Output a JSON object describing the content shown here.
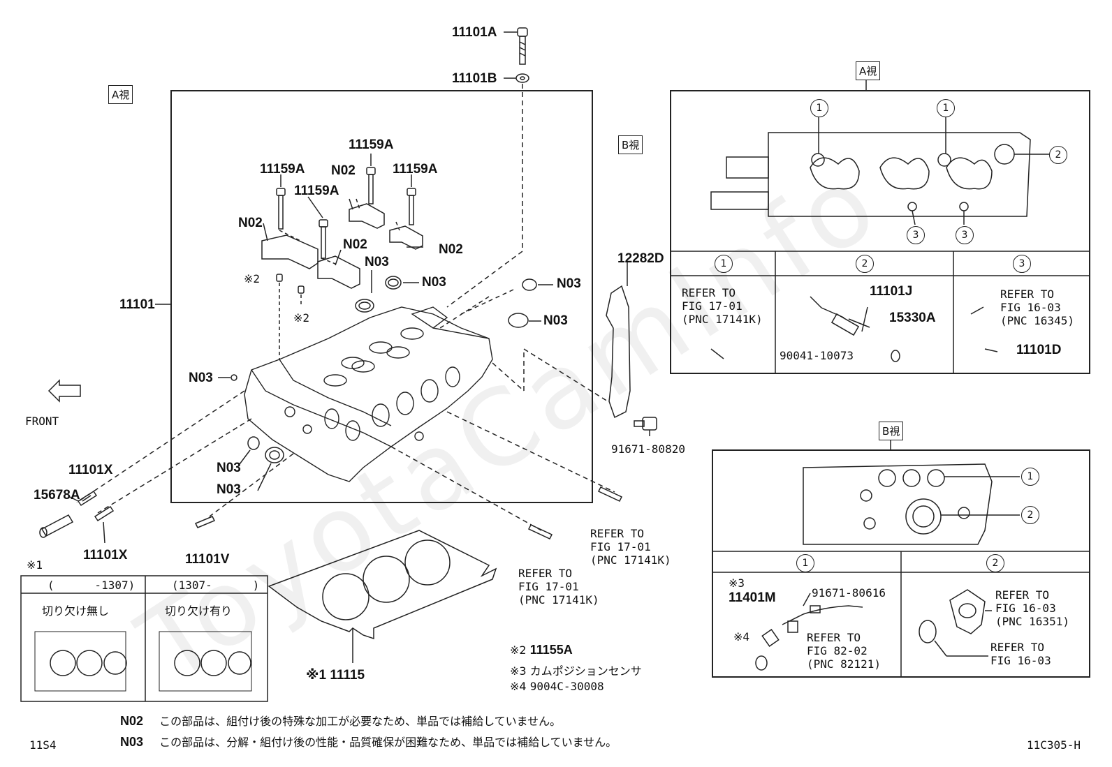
{
  "watermark": "ToyotaCamInfo",
  "view_tags": {
    "a_view": "A視",
    "b_view": "B視"
  },
  "front_label": "FRONT",
  "main_labels": {
    "p11101A": "11101A",
    "p11101B": "11101B",
    "p11159A_1": "11159A",
    "p11159A_2": "11159A",
    "p11159A_3": "11159A",
    "p11159A_4": "11159A",
    "n02_1": "N02",
    "n02_2": "N02",
    "n02_3": "N02",
    "n02_4": "N02",
    "n03_1": "N03",
    "n03_2": "N03",
    "n03_3": "N03",
    "n03_4": "N03",
    "n03_5": "N03",
    "n03_6": "N03",
    "n03_7": "N03",
    "star2a": "※2",
    "star2b": "※2",
    "p11101": "11101",
    "p12282D": "12282D",
    "p91671_80820": "91671-80820",
    "p11101X_1": "11101X",
    "p11101X_2": "11101X",
    "p15678A": "15678A",
    "p11101V": "11101V",
    "p11115": "※1 11115",
    "refer_a": [
      "REFER TO",
      "FIG 17-01",
      "(PNC 17141K)"
    ],
    "refer_b": [
      "REFER TO",
      "FIG 17-01",
      "(PNC 17141K)"
    ]
  },
  "gasket_table": {
    "marker": "※1",
    "col1_header": "(      -1307)",
    "col2_header": "(1307-      )",
    "col1_text": "切り欠け無し",
    "col2_text": "切り欠け有り"
  },
  "view_a": {
    "markers": [
      "1",
      "1",
      "2",
      "3",
      "3"
    ],
    "cells": [
      {
        "num": "1",
        "lines": [
          "REFER TO",
          "FIG 17-01",
          "(PNC 17141K)"
        ]
      },
      {
        "num": "2",
        "parts": [
          "11101J",
          "15330A",
          "90041-10073"
        ]
      },
      {
        "num": "3",
        "lines": [
          "REFER TO",
          "FIG 16-03",
          "(PNC 16345)"
        ],
        "part": "11101D"
      }
    ]
  },
  "view_b": {
    "markers": [
      "1",
      "2"
    ],
    "cells": [
      {
        "num": "1",
        "star3": "※3",
        "part": "11401M",
        "star4": "※4",
        "part2": "91671-80616",
        "lines": [
          "REFER TO",
          "FIG 82-02",
          "(PNC 82121)"
        ]
      },
      {
        "num": "2",
        "lines_a": [
          "REFER TO",
          "FIG 16-03",
          "(PNC 16351)"
        ],
        "lines_b": [
          "REFER TO",
          "FIG 16-03"
        ]
      }
    ]
  },
  "notes": [
    {
      "mark": "※2",
      "text": "11155A"
    },
    {
      "mark": "※3",
      "text": "カムポジションセンサ"
    },
    {
      "mark": "※4",
      "text": "9004C-30008"
    }
  ],
  "footnotes": [
    {
      "code": "N02",
      "text": "この部品は、組付け後の特殊な加工が必要なため、単品では補給していません。"
    },
    {
      "code": "N03",
      "text": "この部品は、分解・組付け後の性能・品質確保が困難なため、単品では補給していません。"
    }
  ],
  "corner_left": "11S4",
  "corner_right": "11C305-H"
}
